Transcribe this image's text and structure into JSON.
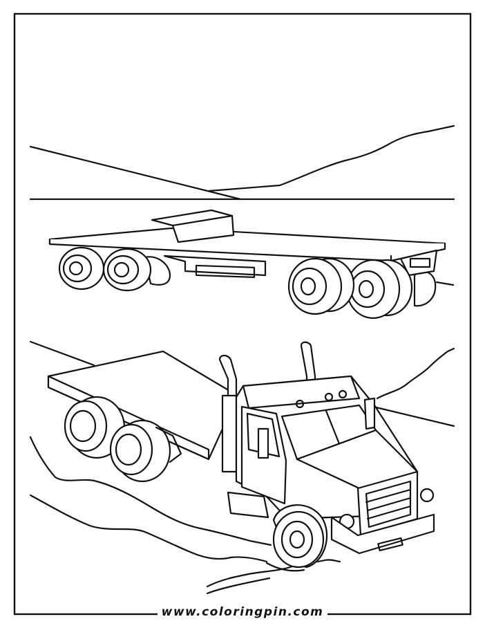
{
  "colors": {
    "ink": "#111111",
    "paper": "#ffffff"
  },
  "footer": {
    "url": "www.coloringpin.com"
  },
  "illustration": {
    "scene": [
      "flatbed-trailer",
      "flatbed-truck",
      "hills",
      "road"
    ]
  }
}
